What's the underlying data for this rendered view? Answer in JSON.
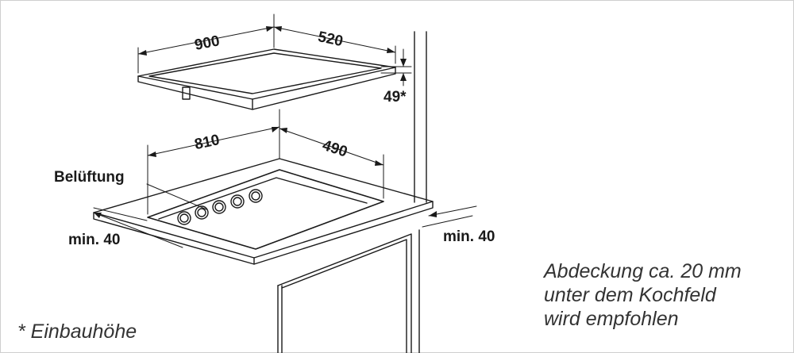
{
  "colors": {
    "line": "#1a1a1a",
    "text": "#1a1a1a",
    "note": "#333333",
    "frame": "#cfcfcf"
  },
  "dimensions": {
    "hob_width": "900",
    "hob_depth": "520",
    "hob_height": "49*",
    "cutout_width": "810",
    "cutout_depth": "490"
  },
  "labels": {
    "ventilation": "Belüftung",
    "min_left": "min. 40",
    "min_right": "min. 40"
  },
  "notes": {
    "footnote": "* Einbauhöhe",
    "recommendation": [
      "Abdeckung ca. 20 mm",
      "unter dem Kochfeld",
      "wird empfohlen"
    ]
  }
}
